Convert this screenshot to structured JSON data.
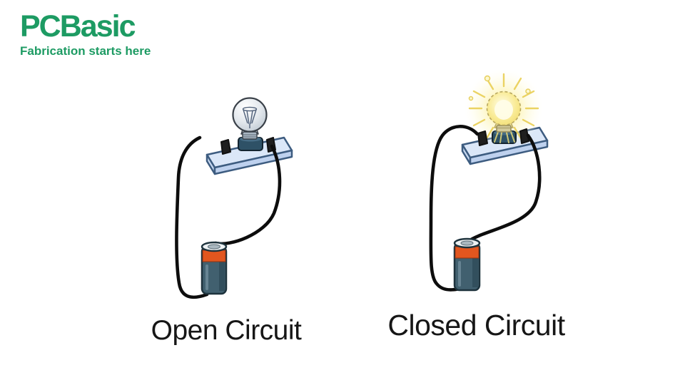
{
  "logo": {
    "brand": "PCBasic",
    "tagline": "Fabrication starts here",
    "color": "#1d9b63"
  },
  "figures": {
    "open": {
      "label": "Open Circuit",
      "state": "bulb off, left wire disconnected"
    },
    "closed": {
      "label": "Closed Circuit",
      "state": "bulb glowing, both wires connected"
    }
  },
  "colors": {
    "background": "#ffffff",
    "caption_text": "#161616",
    "wire": "#0d0d0d",
    "terminal": "#1f1f1f",
    "battery_body": "#41606f",
    "battery_band": "#e2561f",
    "battery_cap": "#edf1f3",
    "platform_top": "#dbe7f8",
    "platform_side": "#bed1ee",
    "platform_outline": "#3d5c80",
    "socket": "#2e5166",
    "glass_unlit": "#e0e5ea",
    "glow_core": "#fdf7c2",
    "glow_ray": "#e9cf54"
  }
}
